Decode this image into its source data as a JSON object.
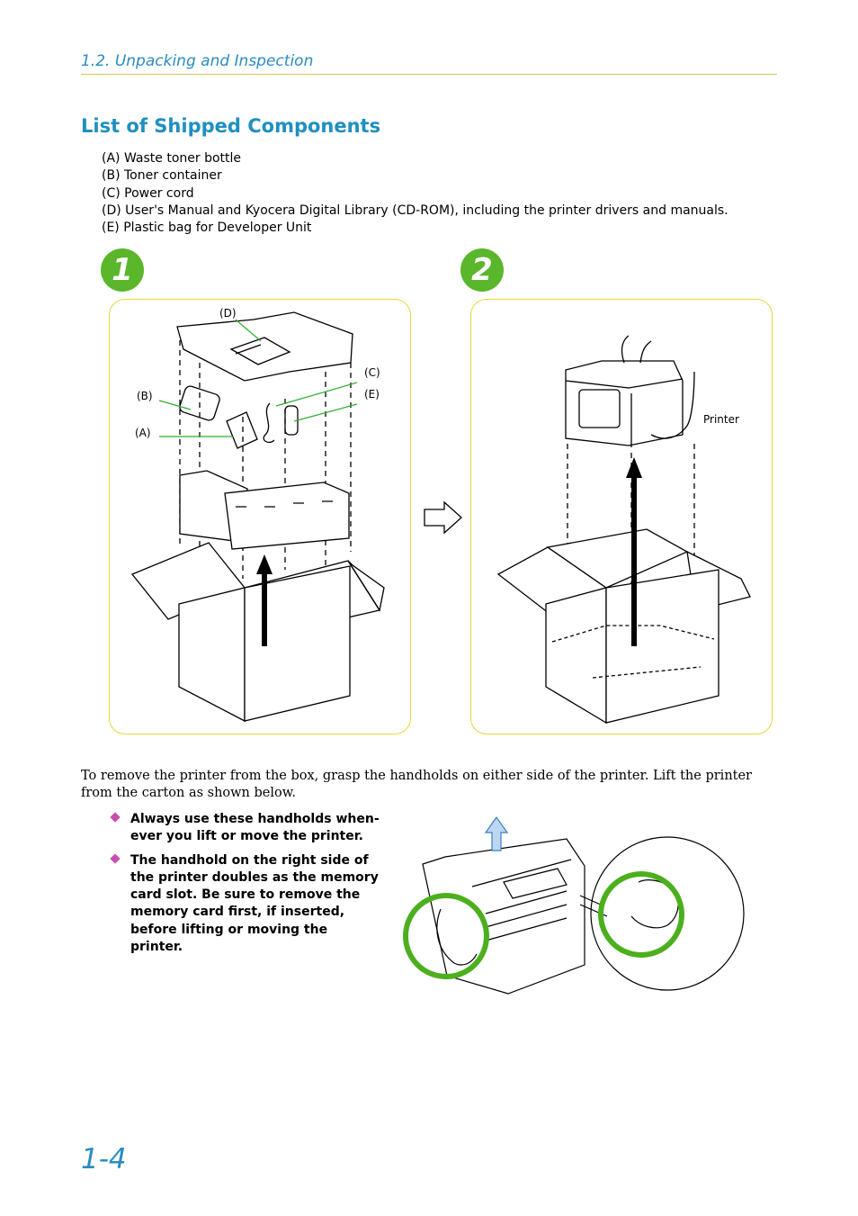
{
  "header": {
    "section": "1.2. Unpacking and Inspection"
  },
  "title": "List of Shipped Components",
  "components": [
    "(A) Waste toner bottle",
    "(B) Toner container",
    "(C) Power cord",
    "(D) User's Manual and Kyocera Digital Library (CD-ROM), including the printer drivers and manuals.",
    "(E) Plastic bag for Developer Unit"
  ],
  "steps": {
    "one": "1",
    "two": "2"
  },
  "figure1_labels": {
    "a": "(A)",
    "b": "(B)",
    "c": "(C)",
    "d": "(D)",
    "e": "(E)"
  },
  "figure2_labels": {
    "printer": "Printer"
  },
  "body": "To remove the printer from the box, grasp the handholds on either side of the printer. Lift the printer from the carton as shown below.",
  "notes": [
    "Always use these handholds when-ever you lift or move the printer.",
    "The handhold on the right side of the printer doubles as the memory card slot. Be sure to remove the memory card first, if inserted, before lifting or moving the printer."
  ],
  "page_number": "1-4",
  "colors": {
    "accent": "#1f8fc0",
    "rule": "#d9c84a",
    "step": "#5ab62a",
    "bullet": "#c94fae",
    "highlight": "#4caf1e"
  }
}
